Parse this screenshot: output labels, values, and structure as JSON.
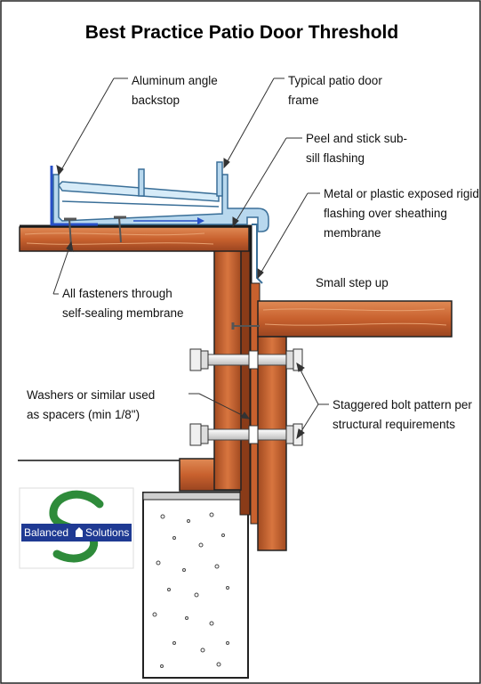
{
  "title": "Best Practice Patio Door Threshold",
  "labels": {
    "backstop": [
      "Aluminum angle",
      "backstop"
    ],
    "door_frame": [
      "Typical patio door",
      "frame"
    ],
    "subsill": [
      "Peel and stick sub-",
      "sill flashing"
    ],
    "rigid_flashing": [
      "Metal or plastic exposed rigid",
      "flashing over sheathing",
      "membrane"
    ],
    "step": [
      "Small step up"
    ],
    "fasteners": [
      "All fasteners through",
      "self-sealing membrane"
    ],
    "washers": [
      "Washers or similar used",
      "as spacers (min 1/8\")"
    ],
    "bolts": [
      "Staggered bolt pattern per",
      "structural requirements"
    ]
  },
  "logo": {
    "word1": "Balanced",
    "word2": "Solutions",
    "band_color": "#1f3a93",
    "swoosh_color": "#2e8b3a"
  },
  "colors": {
    "wood": "#c8612e",
    "wood_dark": "#8a3b18",
    "wood_grain": "#e08a55",
    "door_frame": "#b8d8ee",
    "door_frame_stroke": "#3a6f98",
    "membrane": "#1a1a1a",
    "concrete": "#ffffff",
    "bolt": "#e6e6e6"
  }
}
